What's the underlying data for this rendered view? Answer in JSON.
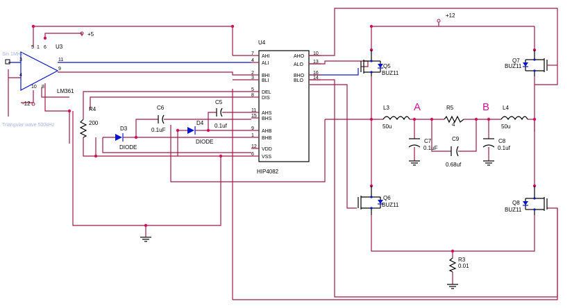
{
  "power": {
    "pos5": "+5",
    "pos12": "+12",
    "neg12": "-12"
  },
  "opamp": {
    "ref": "U3",
    "part": "LM361",
    "sin_label": "Sin 1MHz",
    "tri_label": "Triangular wave 500kHz",
    "pins": {
      "p3": "3",
      "p4": "4",
      "p5": "5",
      "p1": "1",
      "p6": "6",
      "p10": "10",
      "p8": "8",
      "p11": "11",
      "p9": "9"
    }
  },
  "driver": {
    "ref": "U4",
    "part": "HIP4082",
    "left_pins": [
      {
        "name": "AHI",
        "num": "7"
      },
      {
        "name": "ALI",
        "num": "4"
      },
      {
        "name": "BHI",
        "num": "2"
      },
      {
        "name": "BLI",
        "num": "3"
      },
      {
        "name": "DEL",
        "num": "5"
      },
      {
        "name": "DIS",
        "num": "8"
      },
      {
        "name": "AHS",
        "num": "11"
      },
      {
        "name": "BHS",
        "num": "15"
      },
      {
        "name": "AHB",
        "num": "9"
      },
      {
        "name": "BHB",
        "num": "1"
      },
      {
        "name": "VDD",
        "num": "12"
      },
      {
        "name": "VSS",
        "num": "6"
      }
    ],
    "right_pins": [
      {
        "name": "AHO",
        "num": "10"
      },
      {
        "name": "ALO",
        "num": "13"
      },
      {
        "name": "BHO",
        "num": "16"
      },
      {
        "name": "BLO",
        "num": "14"
      }
    ]
  },
  "components": {
    "r4": {
      "ref": "R4",
      "value": "200"
    },
    "d3": {
      "ref": "D3",
      "value": "DIODE"
    },
    "d4": {
      "ref": "D4",
      "value": "DIODE"
    },
    "c6": {
      "ref": "C6",
      "value": "0.1uF"
    },
    "c5": {
      "ref": "C5",
      "value": "0.1uf"
    },
    "q5": {
      "ref": "Q5",
      "value": "BUZ11"
    },
    "q6": {
      "ref": "Q6",
      "value": "BUZ11"
    },
    "q7": {
      "ref": "Q7",
      "value": "BUZ11"
    },
    "q8": {
      "ref": "Q8",
      "value": "BUZ11"
    },
    "l3": {
      "ref": "L3",
      "value": "50u"
    },
    "l4": {
      "ref": "L4",
      "value": "50u"
    },
    "r5": {
      "ref": "R5",
      "value": "4"
    },
    "c7": {
      "ref": "C7",
      "value": "0.1uF"
    },
    "c8": {
      "ref": "C8",
      "value": "0.1uf"
    },
    "c9": {
      "ref": "C9",
      "value": "0.68uf"
    },
    "r3": {
      "ref": "R3",
      "value": "0.01"
    }
  },
  "nodes": {
    "a": "A",
    "b": "B"
  },
  "colors": {
    "wire": "#a01848",
    "signal": "#0a14c8",
    "junction": "#d0105a",
    "node_label": "#d0109a"
  }
}
